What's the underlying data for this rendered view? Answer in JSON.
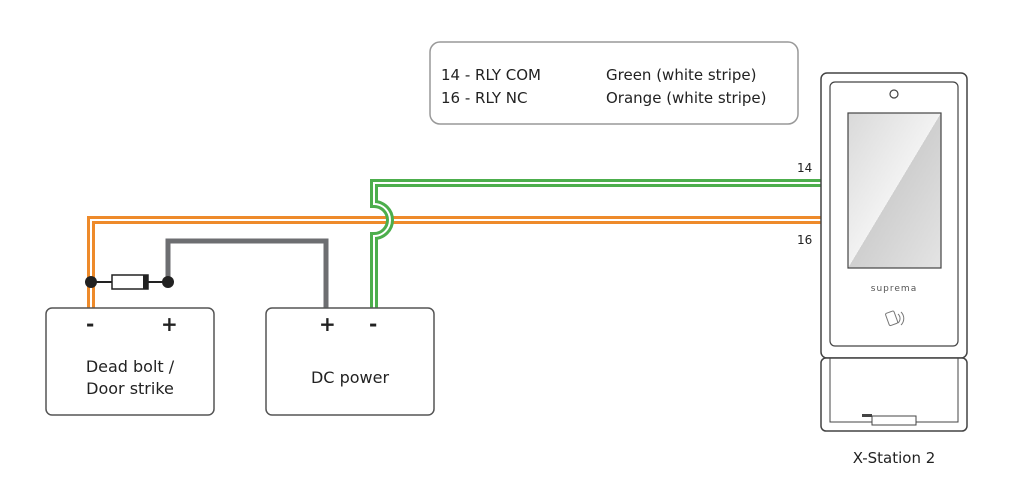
{
  "legend": {
    "rows": [
      {
        "pin": "14 - RLY COM",
        "color": "Green (white stripe)"
      },
      {
        "pin": "16 - RLY NC",
        "color": "Orange (white stripe)"
      }
    ]
  },
  "wires": {
    "pin_14_label": "14",
    "pin_16_label": "16"
  },
  "dead_bolt": {
    "minus": "-",
    "plus": "+",
    "line1": "Dead bolt /",
    "line2": "Door strike"
  },
  "dc_power": {
    "plus": "+",
    "minus": "-",
    "label": "DC power"
  },
  "device": {
    "brand": "suprema",
    "name": "X-Station 2"
  },
  "colors": {
    "green_wire": "#4cae4c",
    "orange_wire": "#ee8a2a",
    "gray_wire": "#6d6e71",
    "outline": "#555555"
  }
}
